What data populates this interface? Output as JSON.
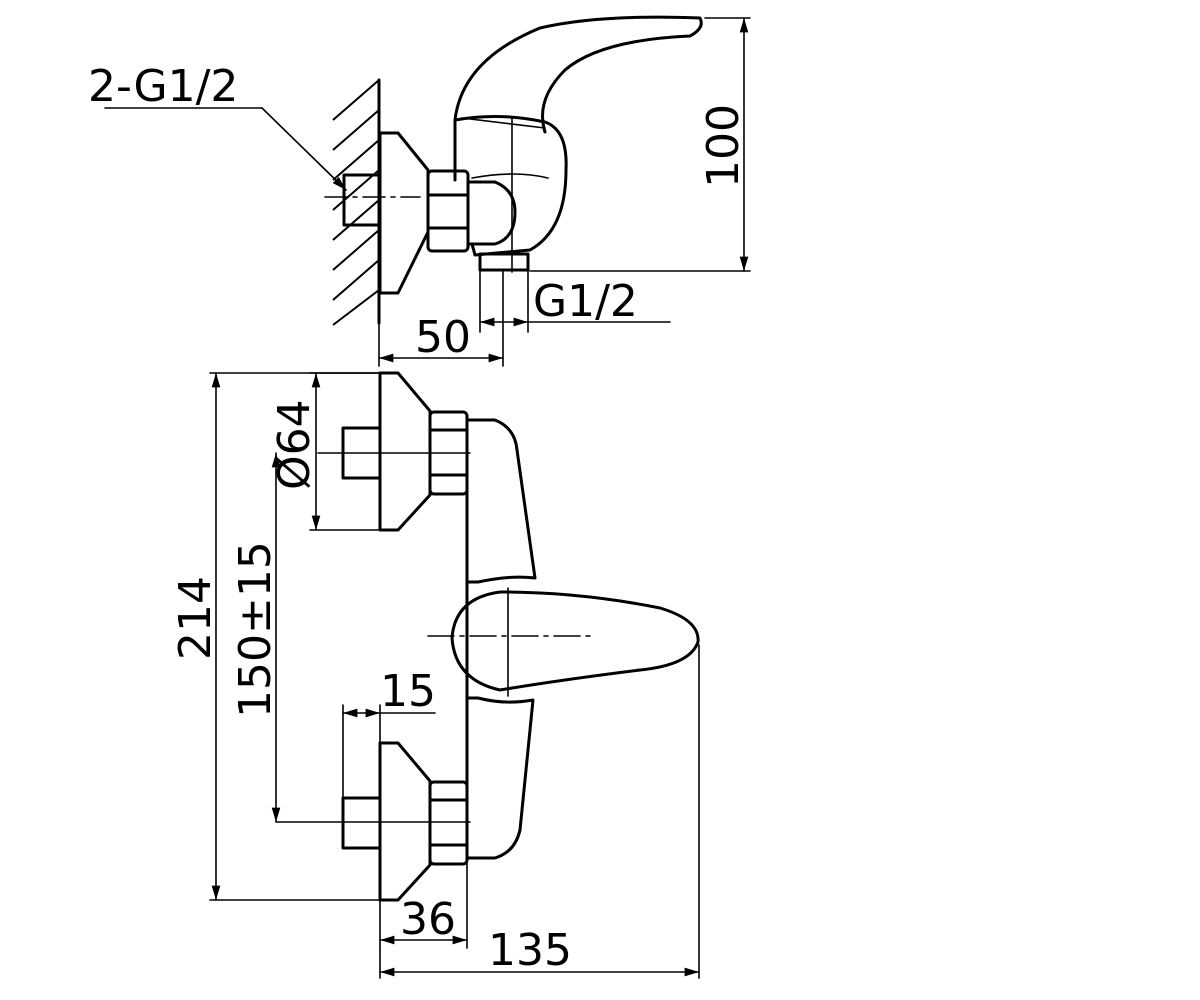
{
  "dimensions": {
    "inlet_thread": "2-G1/2",
    "height": "100",
    "outlet_thread": "G1/2",
    "depth": "50",
    "flange_diameter": "Ø64",
    "total_width": "214",
    "center_distance": "150±15",
    "pipe_projection": "15",
    "flange_depth": "36",
    "total_depth": "135"
  },
  "colors": {
    "line": "#000000",
    "background": "#ffffff"
  }
}
